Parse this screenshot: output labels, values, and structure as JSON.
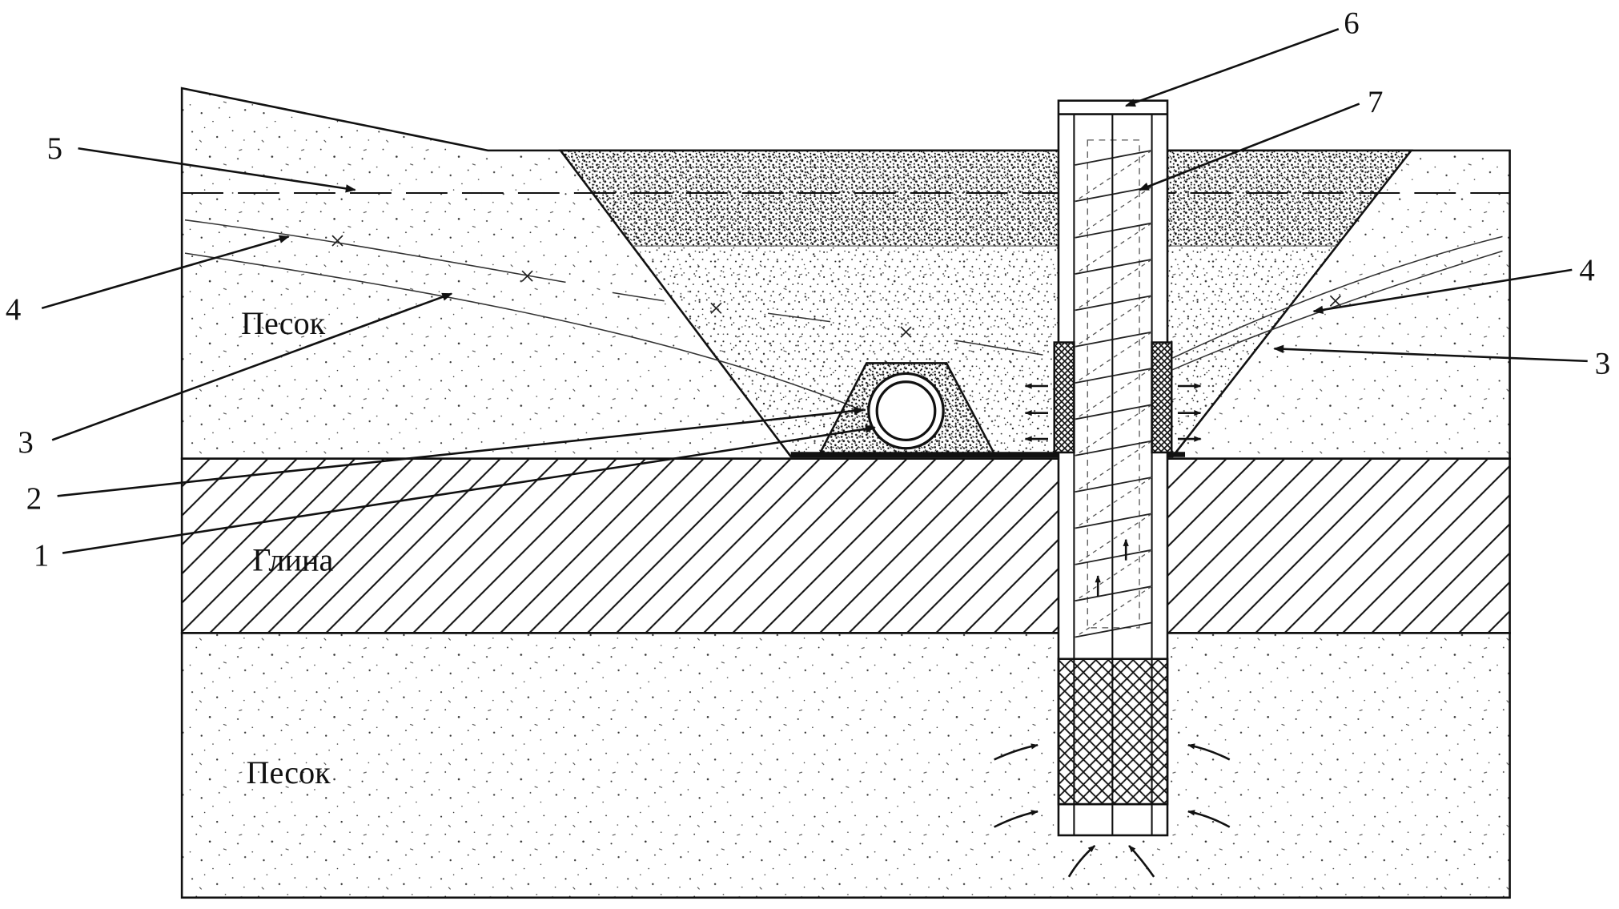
{
  "layers": {
    "upper_sand": "Песок",
    "clay": "Глина",
    "lower_sand": "Песок"
  },
  "callouts": {
    "n6": "6",
    "n7": "7",
    "n5": "5",
    "n4_left": "4",
    "n4_right": "4",
    "n3_left": "3",
    "n3_right": "3",
    "n2": "2",
    "n1": "1"
  }
}
